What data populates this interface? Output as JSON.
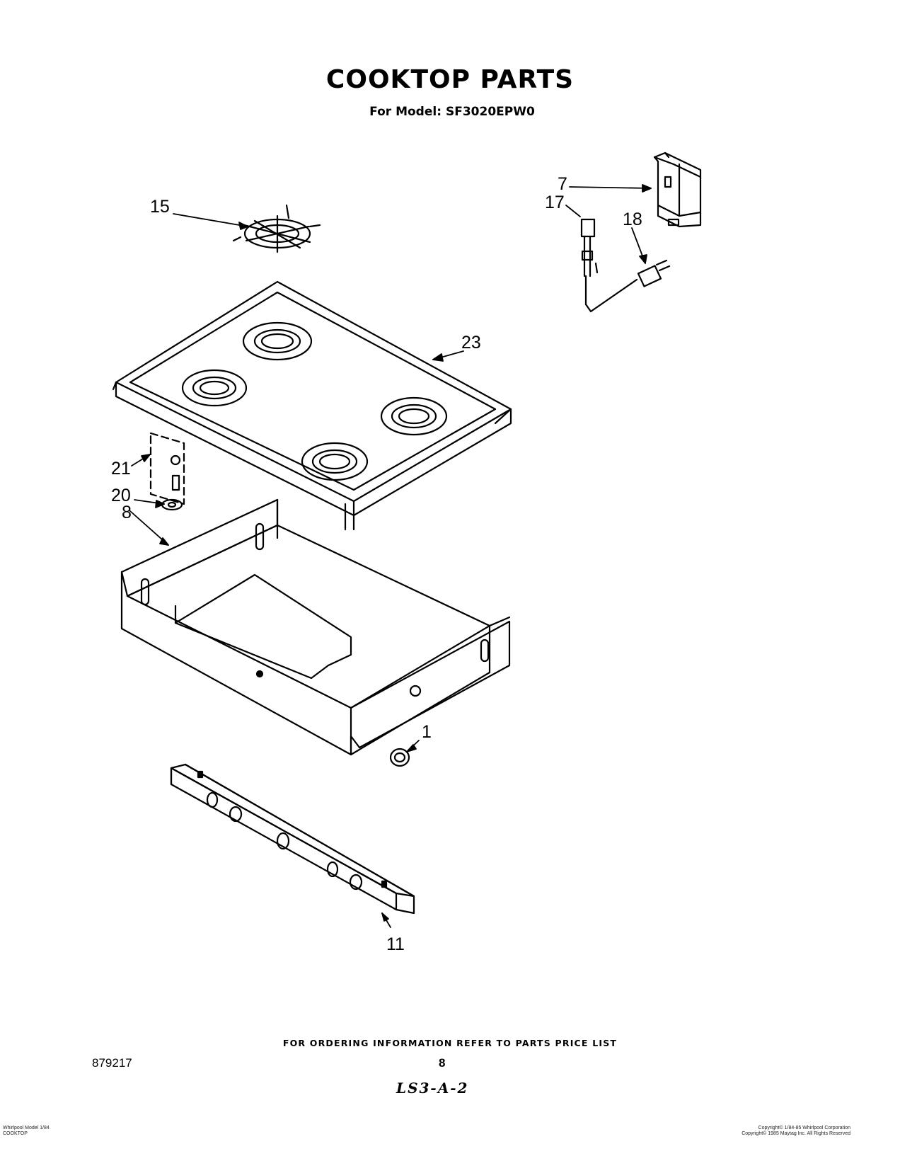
{
  "header": {
    "title": "COOKTOP PARTS",
    "model_label": "For Model:",
    "model_number": "SF3020EPW0"
  },
  "callouts": {
    "c1": "1",
    "c7": "7",
    "c8": "8",
    "c11": "11",
    "c15": "15",
    "c17": "17",
    "c18": "18",
    "c20": "20",
    "c21": "21",
    "c23": "23"
  },
  "footer": {
    "ordering_note": "FOR ORDERING INFORMATION REFER TO PARTS PRICE LIST",
    "doc_number": "879217",
    "page_number": "8",
    "handwritten": "LS3-A-2",
    "fine_print_left_1": "Whirlpool Model 1/84",
    "fine_print_left_2": "COOKTOP",
    "fine_print_right_1": "Copyright© 1/84-85 Whirlpool Corporation",
    "fine_print_right_2": "Copyright© 1985 Maytag Inc. All Rights Reserved"
  }
}
